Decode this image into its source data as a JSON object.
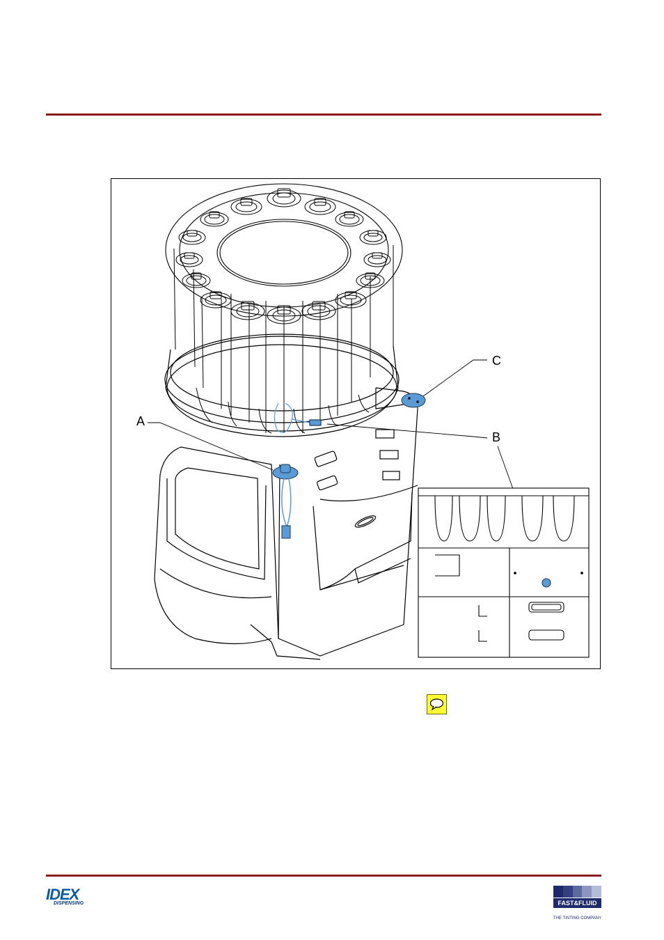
{
  "callouts": {
    "a": "A",
    "b": "B",
    "c": "C"
  },
  "footer": {
    "left_logo": {
      "word": "IDEX",
      "sub": "DISPENSING"
    },
    "right_logo": {
      "band": "FAST&FLUID",
      "sub": "THE TINTING COMPANY"
    }
  },
  "colors": {
    "rule": "#8b1a1a",
    "highlight": "#5b9bd5",
    "note": "#ffff33",
    "idex_blue": "#0a5aa6",
    "ff_navy": "#1d2a6b"
  },
  "icons": {
    "note": "speech-bubble-icon"
  }
}
